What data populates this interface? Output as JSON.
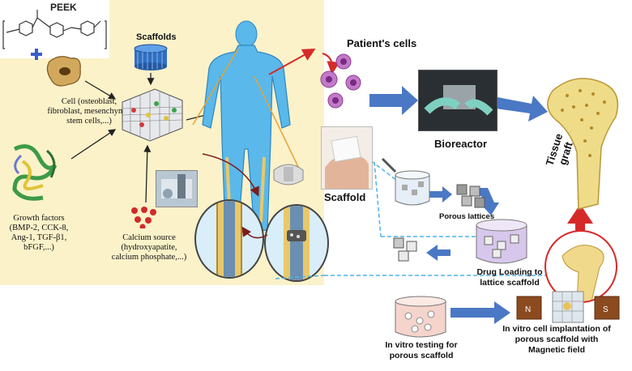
{
  "peek": {
    "title": "PEEK"
  },
  "left_panel": {
    "scaffolds_label": "Scaffolds",
    "cell_label_lines": [
      "Cell (osteoblast,",
      "fibroblast, mesenchymal",
      "stem cells,...)"
    ],
    "growth_label_lines": [
      "Growth factors",
      "(BMP-2, CCK-8,",
      "Ang-1, TGF-β1,",
      "bFGF,...)"
    ],
    "calcium_label_lines": [
      "Calcium source",
      "(hydroxyapatite,",
      "calcium phosphate,...)"
    ]
  },
  "right_panel": {
    "patients_cells": "Patient's cells",
    "bioreactor": "Bioreactor",
    "tissue_graft": "Tissue graft",
    "scaffold": "Scaffold",
    "porous_lattices": "Porous lattices",
    "drug_loading_lines": [
      "Drug Loading to",
      "lattice scaffold"
    ],
    "in_vitro_testing_lines": [
      "In vitro testing for",
      "porous scaffold"
    ],
    "in_vitro_implant_lines": [
      "In vitro cell implantation of",
      "porous scaffold with",
      "Magnetic field"
    ]
  },
  "colors": {
    "panel_bg": "#fbf2c9",
    "body_blue": "#5ab8ea",
    "arrow_blue": "#4a78c4",
    "arrow_red": "#d62a2a",
    "bone": "#efdc88",
    "cell_purple": "#b055b8"
  }
}
